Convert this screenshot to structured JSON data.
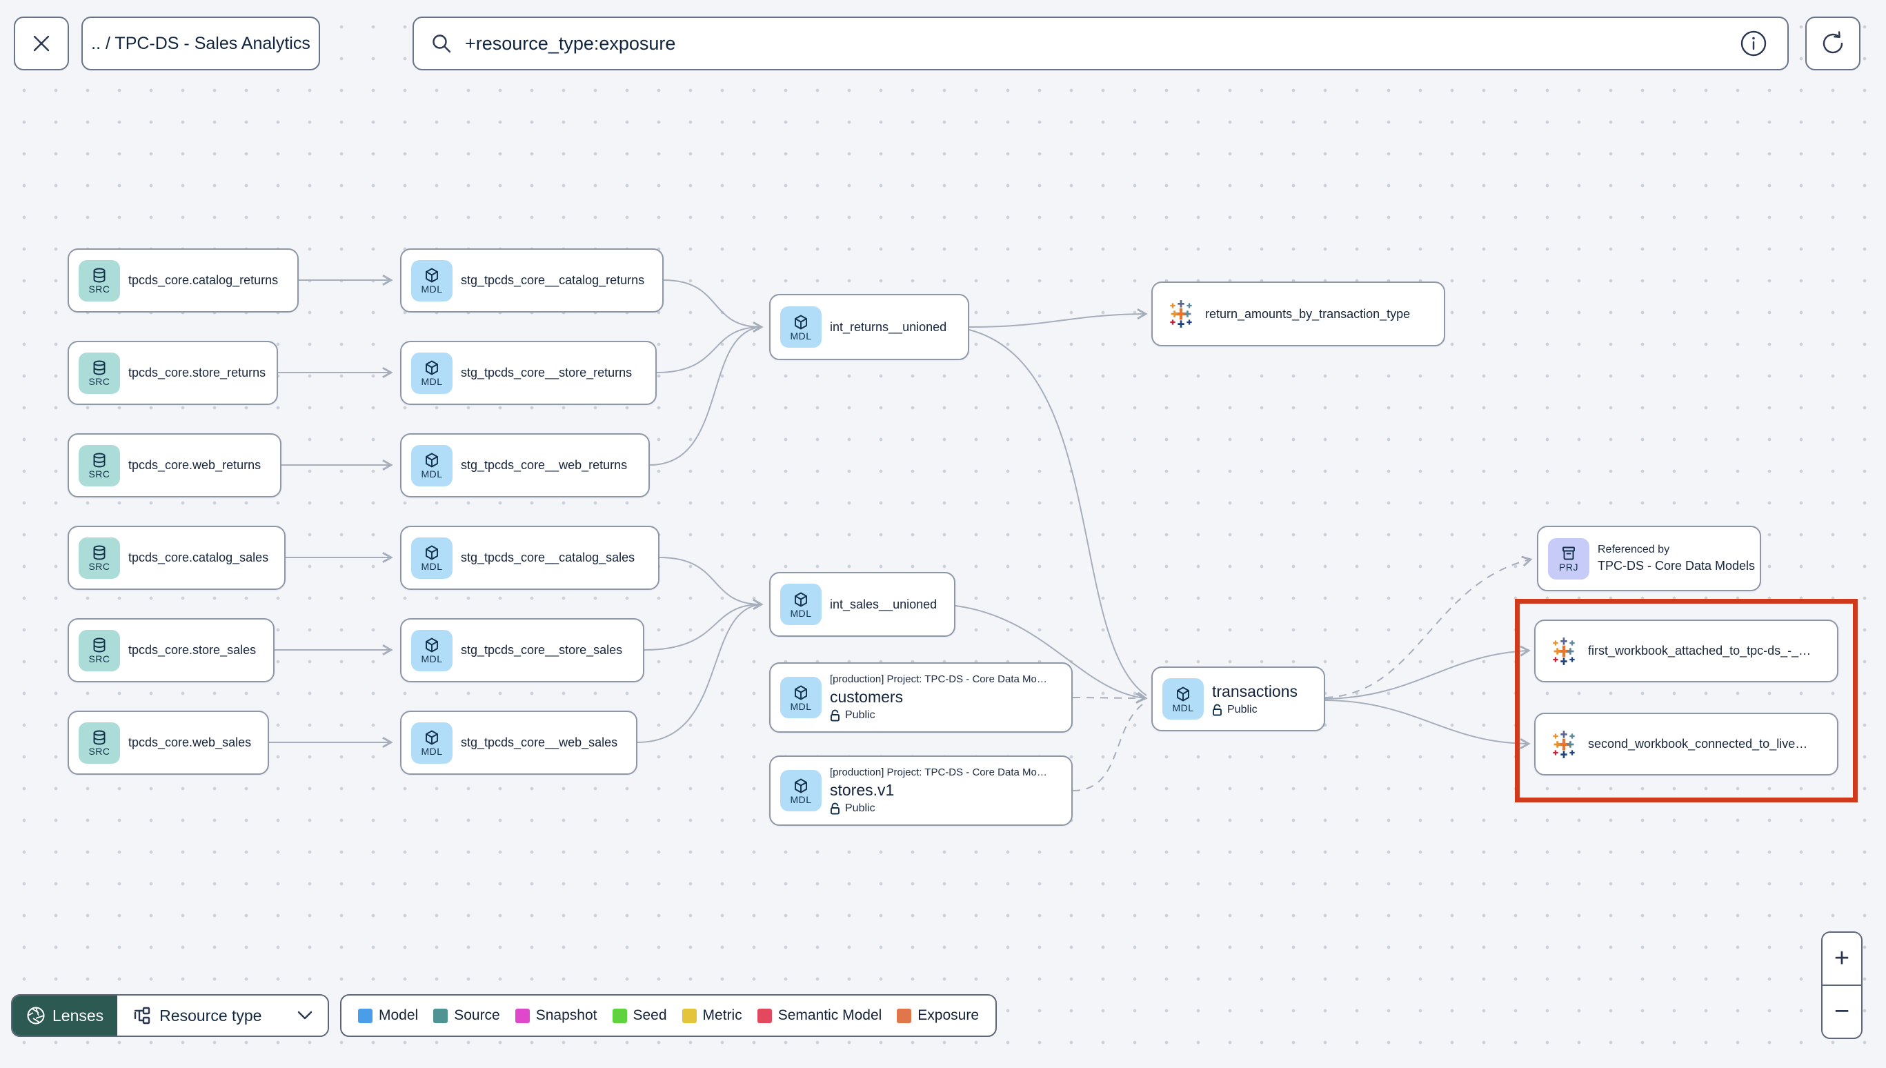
{
  "header": {
    "breadcrumb": ".. / TPC-DS - Sales Analytics",
    "search": {
      "value": "+resource_type:exposure"
    }
  },
  "chips": {
    "src": "SRC",
    "mdl": "MDL",
    "prj": "PRJ"
  },
  "graph": {
    "sources": [
      {
        "label": "tpcds_core.catalog_returns"
      },
      {
        "label": "tpcds_core.store_returns"
      },
      {
        "label": "tpcds_core.web_returns"
      },
      {
        "label": "tpcds_core.catalog_sales"
      },
      {
        "label": "tpcds_core.store_sales"
      },
      {
        "label": "tpcds_core.web_sales"
      }
    ],
    "staging": [
      {
        "label": "stg_tpcds_core__catalog_returns"
      },
      {
        "label": "stg_tpcds_core__store_returns"
      },
      {
        "label": "stg_tpcds_core__web_returns"
      },
      {
        "label": "stg_tpcds_core__catalog_sales"
      },
      {
        "label": "stg_tpcds_core__store_sales"
      },
      {
        "label": "stg_tpcds_core__web_sales"
      }
    ],
    "intermediate": [
      {
        "label": "int_returns__unioned"
      },
      {
        "label": "int_sales__unioned"
      }
    ],
    "project_models": [
      {
        "meta": "[production] Project: TPC-DS - Core Data Mo…",
        "label": "customers",
        "access": "Public"
      },
      {
        "meta": "[production] Project: TPC-DS - Core Data Mo…",
        "label": "stores.v1",
        "access": "Public"
      }
    ],
    "transactions": {
      "label": "transactions",
      "access": "Public"
    },
    "exposures": [
      {
        "label": "return_amounts_by_transaction_type"
      },
      {
        "label": "first_workbook_attached_to_tpc-ds_-_…"
      },
      {
        "label": "second_workbook_connected_to_live…"
      }
    ],
    "referenced_by": {
      "title": "Referenced by",
      "label": "TPC-DS - Core Data Models"
    }
  },
  "footer": {
    "lenses_label": "Lenses",
    "resource_type_label": "Resource type",
    "legend": [
      {
        "label": "Model",
        "color": "#4a9de9"
      },
      {
        "label": "Source",
        "color": "#4f9394"
      },
      {
        "label": "Snapshot",
        "color": "#df48ca"
      },
      {
        "label": "Seed",
        "color": "#5ed33e"
      },
      {
        "label": "Metric",
        "color": "#e3c43b"
      },
      {
        "label": "Semantic Model",
        "color": "#e3495e"
      },
      {
        "label": "Exposure",
        "color": "#e2764b"
      }
    ]
  },
  "zoom_controls": {
    "zoom_in": "+",
    "zoom_out": "−"
  },
  "colors": {
    "highlight": "#ce3a1b",
    "edge": "#a6aebc",
    "chip_source": "#abdcd7",
    "chip_model": "#b2ddf8",
    "chip_project": "#c6cbf8",
    "lenses_bg": "#2c5a52"
  }
}
